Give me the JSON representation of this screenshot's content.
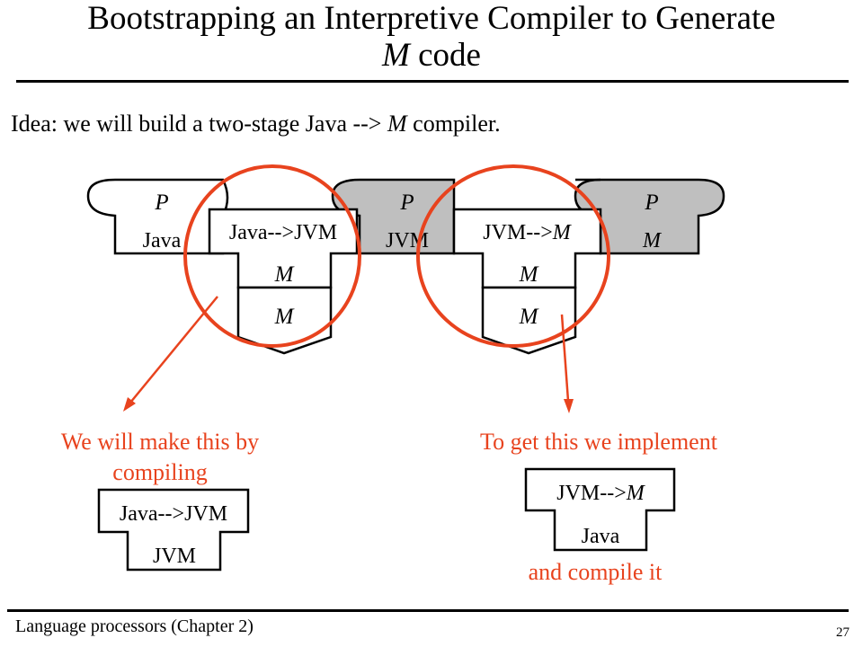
{
  "slide": {
    "title_line1": "Bootstrapping an Interpretive Compiler to Generate",
    "title_line2_italic": "M",
    "title_line2_rest": " code",
    "idea_prefix": "Idea: we will build a two-stage Java --> ",
    "idea_italic": "M",
    "idea_suffix": " compiler.",
    "footer": "Language processors (Chapter 2)",
    "page_number": "27"
  },
  "diagram": {
    "programs": [
      {
        "p_label": "P",
        "lang": "Java",
        "lang_italic": false
      },
      {
        "p_label": "P",
        "lang": "JVM",
        "lang_italic": false
      },
      {
        "p_label": "P",
        "lang": "M",
        "lang_italic": true
      }
    ],
    "compiler1": {
      "top_label": "Java-->JVM",
      "impl_label": "M",
      "machine_label": "M"
    },
    "compiler2": {
      "top_prefix": "JVM-->",
      "top_italic": "M",
      "impl_label": "M",
      "machine_label": "M"
    },
    "annotation_left": {
      "line1": "We will make this by",
      "line2": "compiling"
    },
    "annotation_right": {
      "line1": "To get this we implement",
      "after": "and compile it"
    },
    "small_left": {
      "top_label": "Java-->JVM",
      "impl_label": "JVM"
    },
    "small_right": {
      "top_prefix": "JVM-->",
      "top_italic": "M",
      "impl_label": "Java"
    },
    "colors": {
      "highlight": "#e8431e",
      "shaded": "#bfbfbf",
      "ink": "#000000"
    }
  }
}
